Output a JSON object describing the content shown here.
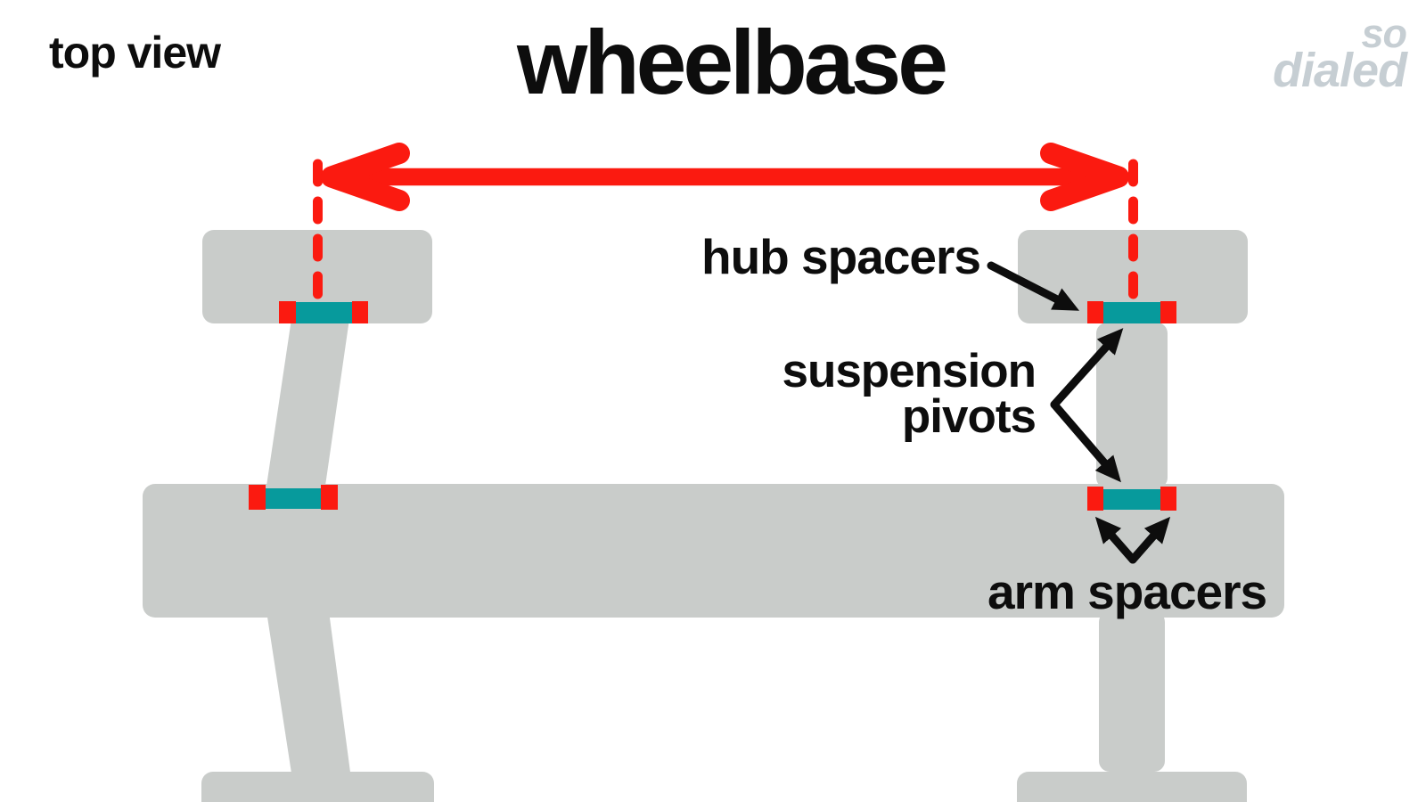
{
  "header": {
    "view_label": "top view",
    "title": "wheelbase"
  },
  "logo": {
    "line1": "so",
    "line2": "dialed"
  },
  "annotations": {
    "hub_spacers": "hub spacers",
    "suspension_pivots_line1": "suspension",
    "suspension_pivots_line2": "pivots",
    "arm_spacers": "arm spacers"
  },
  "colors": {
    "accent_red": "#FB1A10",
    "pivot_teal": "#079A9C",
    "structure_gray": "#C9CCCA",
    "logo_gray": "#C6CED3",
    "annotation_black": "#0D0D0D"
  }
}
